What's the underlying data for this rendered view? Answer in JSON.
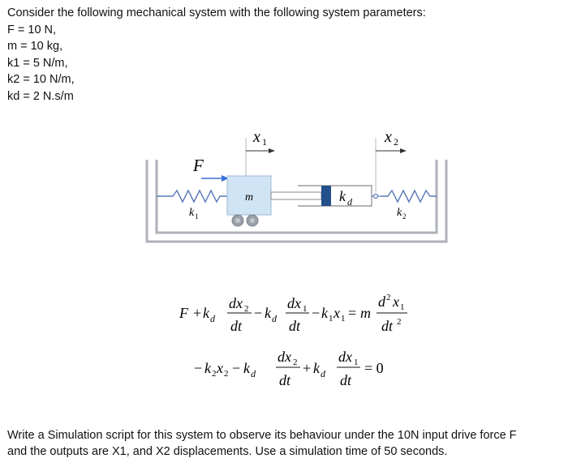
{
  "problem": {
    "intro": "Consider the following mechanical system with the following system parameters:",
    "params": [
      "F = 10 N,",
      "m = 10 kg,",
      "k1 = 5 N/m,",
      "k2 = 10 N/m,",
      "kd = 2 N.s/m"
    ],
    "task_line1": "Write a Simulation script for this system to observe its behaviour under the 10N input drive force F",
    "task_line2": "and the outputs are X1, and X2 displacements. Use a simulation time of 50 seconds."
  },
  "diagram": {
    "force": "F",
    "mass": "m",
    "damper": "k",
    "damper_sub": "d",
    "spring1": "k",
    "spring1_sub": "1",
    "spring2": "k",
    "spring2_sub": "2",
    "disp1": "x",
    "disp1_sub": "1",
    "disp2": "x",
    "disp2_sub": "2"
  },
  "equations": {
    "eq1": {
      "F": "F",
      "plus": "+",
      "k": "k",
      "d": "d",
      "dx": "dx",
      "s2": "2",
      "s1": "1",
      "dt": "dt",
      "minus": "−",
      "x": "x",
      "eq": "=",
      "m": "m",
      "d2": "d",
      "sup2": "2",
      "dt2": "dt"
    },
    "eq2": {
      "minus": "−",
      "k": "k",
      "x": "x",
      "d": "d",
      "dx": "dx",
      "s2": "2",
      "s1": "1",
      "dt": "dt",
      "plus": "+",
      "zero": "= 0"
    }
  }
}
